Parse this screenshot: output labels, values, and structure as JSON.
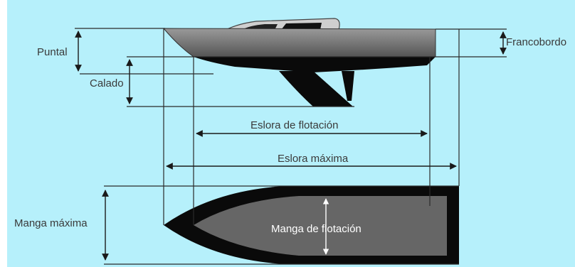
{
  "labels": {
    "puntal": "Puntal",
    "calado": "Calado",
    "francobordo": "Francobordo",
    "eslora_flotacion": "Eslora de flotación",
    "eslora_maxima": "Eslora máxima",
    "manga_maxima": "Manga máxima",
    "manga_flotacion": "Manga de flotación"
  },
  "colors": {
    "background": "#b6f0fb",
    "hull_top": "#6b6b6b",
    "hull_bottom": "#0a0a0a",
    "hull_gray_plan": "#666666",
    "lines": "#2a2a2a"
  }
}
